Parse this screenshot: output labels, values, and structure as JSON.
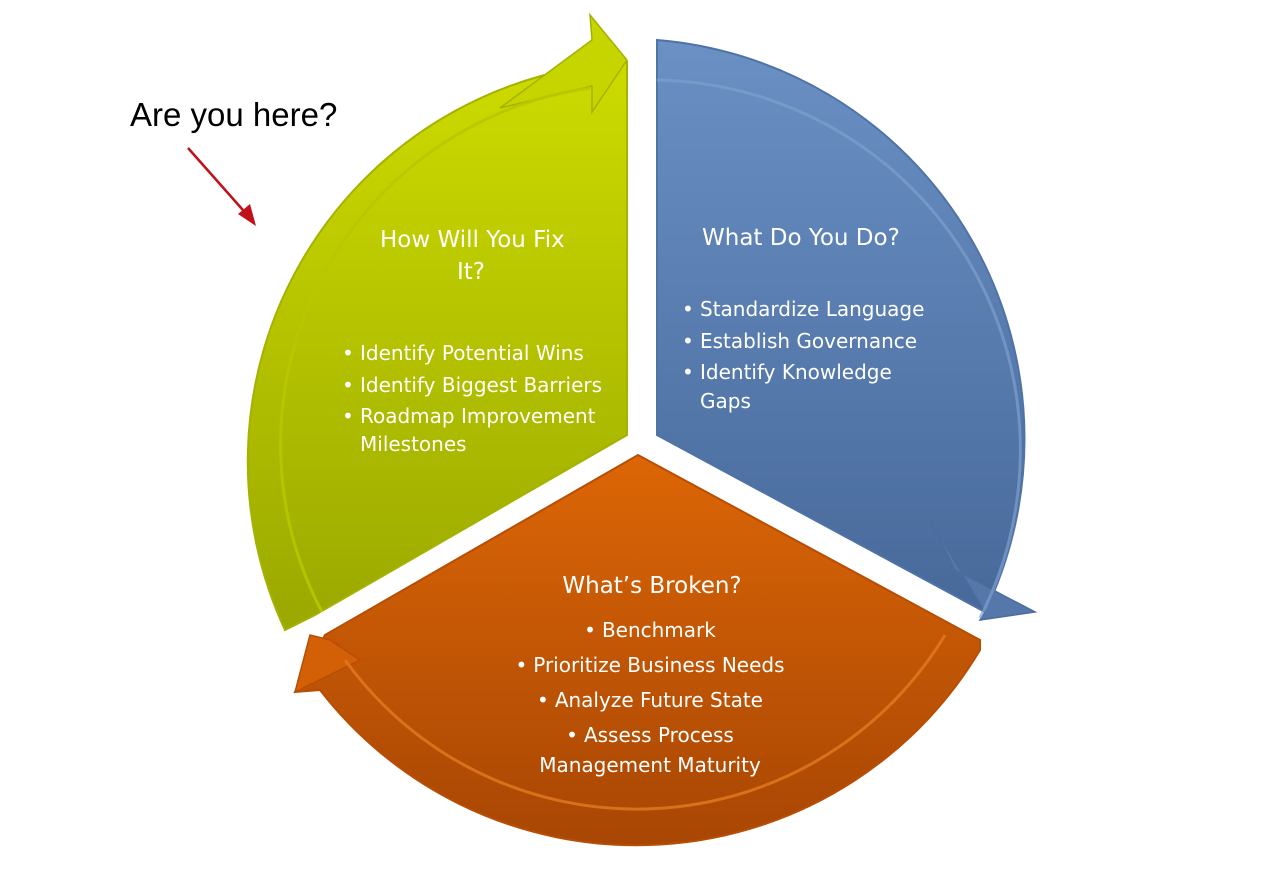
{
  "callout": {
    "text": "Are you here?",
    "arrow_color": "#c0101a"
  },
  "segments": [
    {
      "id": "fix",
      "title": "How Will You Fix It?",
      "title_lines": [
        "How Will You Fix",
        "It?"
      ],
      "color": "#a8b400",
      "bullets": [
        "Identify Potential Wins",
        "Identify Biggest Barriers",
        "Roadmap Improvement Milestones"
      ]
    },
    {
      "id": "do",
      "title": "What Do You Do?",
      "color": "#5a82b8",
      "bullets": [
        "Standardize Language",
        "Establish Governance",
        "Identify Knowledge Gaps"
      ]
    },
    {
      "id": "broken",
      "title": "What’s Broken?",
      "color": "#cc5a08",
      "bullets": [
        "Benchmark",
        "Prioritize Business Needs",
        "Analyze Future State",
        "Assess Process Management Maturity"
      ]
    }
  ]
}
